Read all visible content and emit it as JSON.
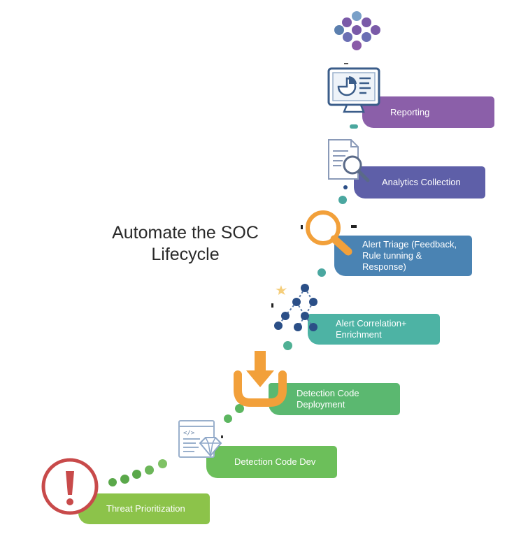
{
  "title": {
    "line1": "Automate the SOC",
    "line2": "Lifecycle"
  },
  "steps": [
    {
      "label": "Threat Prioritization",
      "icon": "exclamation-icon",
      "color": "#8cc34a"
    },
    {
      "label": "Detection Code Dev",
      "icon": "code-gem-icon",
      "color": "#6cbf5a"
    },
    {
      "label": "Detection Code Deployment",
      "line1": "Detection Code",
      "line2": "Deployment",
      "icon": "download-tray-icon",
      "color": "#5bb870"
    },
    {
      "label": "Alert Correlation+ Enrichment",
      "line1": "Alert Correlation+",
      "line2": "Enrichment",
      "icon": "network-nodes-icon",
      "color": "#4db3a4"
    },
    {
      "label": "Alert Triage (Feedback, Rule tunning & Response)",
      "line1": "Alert Triage (Feedback,",
      "line2": "Rule tunning &",
      "line3": "Response)",
      "icon": "magnifier-icon",
      "color": "#4a83b3"
    },
    {
      "label": "Analytics Collection",
      "icon": "document-search-icon",
      "color": "#5e5fa8"
    },
    {
      "label": "Reporting",
      "icon": "monitor-chart-icon",
      "color": "#8b5fa9"
    }
  ],
  "colors": {
    "threat": "#c84a4a",
    "orange": "#f2a03a",
    "navy": "#2b4f87",
    "teal": "#4aa79e",
    "purple": "#7e5aa8"
  }
}
